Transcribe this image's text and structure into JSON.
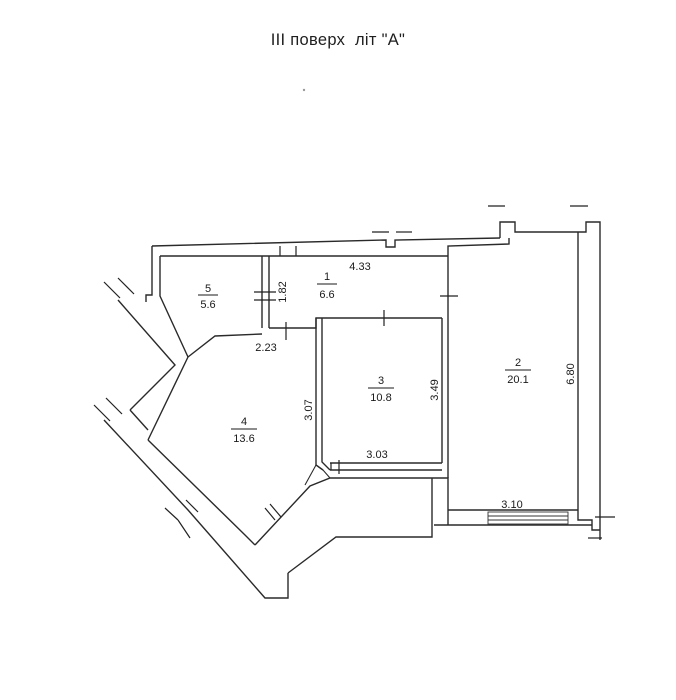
{
  "title": "III поверх  літ \"А\"",
  "rooms": [
    {
      "number": "1",
      "area": "6.6"
    },
    {
      "number": "2",
      "area": "20.1"
    },
    {
      "number": "3",
      "area": "10.8"
    },
    {
      "number": "4",
      "area": "13.6"
    },
    {
      "number": "5",
      "area": "5.6"
    }
  ],
  "dimensions": {
    "room1_width": "4.33",
    "room1_depth": "1.82",
    "room2_depth": "6.80",
    "room2_width": "3.10",
    "room3_depth": "3.49",
    "room3_width": "3.03",
    "room4_top": "2.23",
    "room4_side": "3.07"
  }
}
